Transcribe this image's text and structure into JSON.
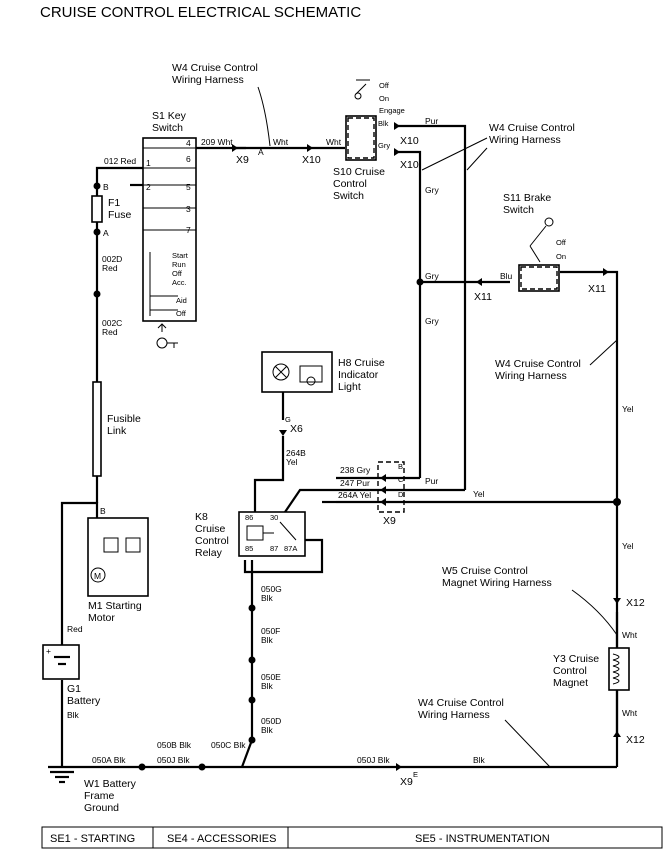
{
  "title": "CRUISE CONTROL ELECTRICAL SCHEMATIC",
  "components": {
    "s1": "S1 Key\nSwitch",
    "f1": "F1\nFuse",
    "fusible_link": "Fusible\nLink",
    "m1": "M1 Starting\nMotor",
    "g1": "G1\nBattery",
    "w1": "W1 Battery\nFrame\nGround",
    "s10": "S10 Cruise\nControl\nSwitch",
    "s11": "S11 Brake\nSwitch",
    "h8": "H8 Cruise\nIndicator\nLight",
    "k8": "K8\nCruise\nControl\nRelay",
    "y3": "Y3 Cruise\nControl\nMagnet",
    "w4_top": "W4 Cruise Control\nWiring Harness",
    "w4_right_top": "W4 Cruise Control\nWiring Harness",
    "w4_mid": "W4 Cruise Control\nWiring Harness",
    "w4_bottom": "W4 Cruise Control\nWiring Harness",
    "w5": "W5 Cruise Control\nMagnet Wiring Harness"
  },
  "switch_positions": {
    "s1": [
      "Start",
      "Run",
      "Off",
      "Acc.",
      "Aid",
      "Off"
    ],
    "s10": [
      "Off",
      "On",
      "Engage"
    ],
    "s11": [
      "Off",
      "On"
    ],
    "s1_terminals": [
      "4",
      "6",
      "1",
      "2",
      "5",
      "3",
      "7"
    ]
  },
  "relay_terminals": [
    "86",
    "30",
    "85",
    "87",
    "87A"
  ],
  "connectors": {
    "x9": "X9",
    "x10": "X10",
    "x11": "X11",
    "x12": "X12",
    "x6": "X6",
    "a": "A",
    "b": "B",
    "c": "C",
    "d": "D",
    "e": "E",
    "g": "G"
  },
  "wires": {
    "w209": "209 Wht",
    "wht": "Wht",
    "blk": "Blk",
    "pur": "Pur",
    "gry": "Gry",
    "blu": "Blu",
    "yel": "Yel",
    "red": "Red",
    "w012": "012 Red",
    "w002d": "002D\nRed",
    "w002c": "002C\nRed",
    "w264b": "264B\nYel",
    "w238": "238 Gry",
    "w247": "247 Pur",
    "w264a": "264A Yel",
    "w050g": "050G\nBlk",
    "w050f": "050F\nBlk",
    "w050e": "050E\nBlk",
    "w050d": "050D\nBlk",
    "w050a": "050A Blk",
    "w050b": "050B Blk",
    "w050c": "050C Blk",
    "w050j": "050J Blk",
    "w050j2": "050J Blk"
  },
  "sections": [
    "SE1 - STARTING",
    "SE4 - ACCESSORIES",
    "SE5 - INSTRUMENTATION"
  ]
}
